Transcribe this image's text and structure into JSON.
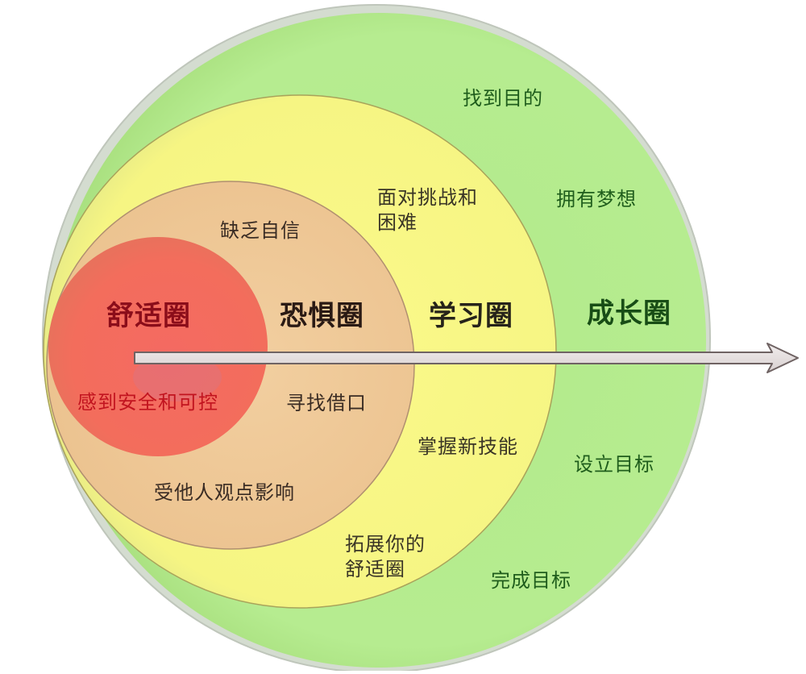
{
  "diagram": {
    "type": "nested-circles",
    "colors": {
      "growth_fill": "#b4eb8e",
      "growth_edge": "#c9d6c2",
      "learning_fill": "#f8f787",
      "fear_fill": "#efc996",
      "comfort_fill": "#f3685c",
      "arrow_fill": "#e6e0e0",
      "arrow_stroke": "#6e6262",
      "comfort_text": "#8b0d1a",
      "comfort_trait_text": "#c2141f",
      "dark_text": "#2f2a22",
      "growth_text": "#1f5d1c"
    },
    "zones": {
      "comfort": {
        "title": "舒适圈",
        "traits": [
          "感到安全和可控"
        ]
      },
      "fear": {
        "title": "恐惧圈",
        "traits": [
          "缺乏自信",
          "寻找借口",
          "受他人观点影响"
        ]
      },
      "learning": {
        "title": "学习圈",
        "traits": [
          {
            "line1": "面对挑战和",
            "line2": "困难"
          },
          "掌握新技能",
          {
            "line1": "拓展你的",
            "line2": "舒适圈"
          }
        ]
      },
      "growth": {
        "title": "成长圈",
        "traits": [
          "找到目的",
          "拥有梦想",
          "设立目标",
          "完成目标"
        ]
      }
    },
    "arrow": {
      "direction": "right",
      "meaning": "progression outward"
    }
  }
}
